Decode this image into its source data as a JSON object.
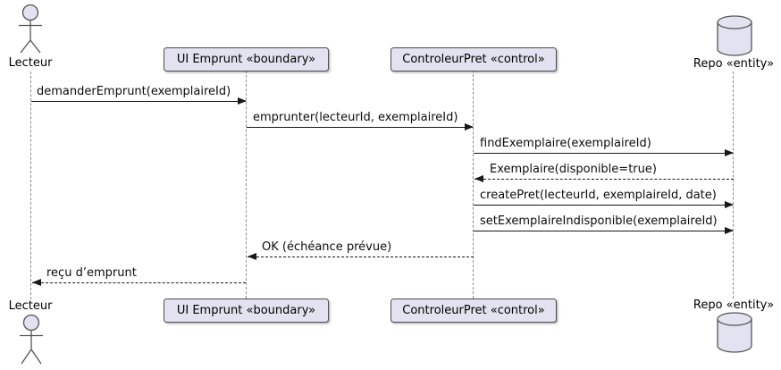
{
  "diagram_type": "uml-sequence-diagram",
  "colors": {
    "background": "#FFFFFF",
    "shape_fill": "#E2E2F0",
    "shape_border": "#4D4D4D",
    "arrow": "#181818",
    "lifeline": "#8A8A8A",
    "text": "#000000"
  },
  "participants": [
    {
      "id": "lecteur",
      "kind": "actor",
      "label": "Lecteur"
    },
    {
      "id": "ui-emprunt",
      "kind": "participant",
      "label": "UI Emprunt «boundary»"
    },
    {
      "id": "controleur",
      "kind": "participant",
      "label": "ControleurPret «control»"
    },
    {
      "id": "repo",
      "kind": "database",
      "label": "Repo «entity»"
    }
  ],
  "messages": [
    {
      "from": "Lecteur",
      "to": "UI Emprunt «boundary»",
      "line": "solid",
      "direction": "right",
      "label": "demanderEmprunt(exemplaireId)"
    },
    {
      "from": "UI Emprunt «boundary»",
      "to": "ControleurPret «control»",
      "line": "solid",
      "direction": "right",
      "label": "emprunter(lecteurId, exemplaireId)"
    },
    {
      "from": "ControleurPret «control»",
      "to": "Repo «entity»",
      "line": "solid",
      "direction": "right",
      "label": "findExemplaire(exemplaireId)"
    },
    {
      "from": "Repo «entity»",
      "to": "ControleurPret «control»",
      "line": "dashed",
      "direction": "left",
      "label": "Exemplaire(disponible=true)"
    },
    {
      "from": "ControleurPret «control»",
      "to": "Repo «entity»",
      "line": "solid",
      "direction": "right",
      "label": "createPret(lecteurId, exemplaireId, date)"
    },
    {
      "from": "ControleurPret «control»",
      "to": "Repo «entity»",
      "line": "solid",
      "direction": "right",
      "label": "setExemplaireIndisponible(exemplaireId)"
    },
    {
      "from": "ControleurPret «control»",
      "to": "UI Emprunt «boundary»",
      "line": "dashed",
      "direction": "left",
      "label": "OK (échéance prévue)"
    },
    {
      "from": "UI Emprunt «boundary»",
      "to": "Lecteur",
      "line": "dashed",
      "direction": "left",
      "label": "reçu d’emprunt"
    }
  ]
}
